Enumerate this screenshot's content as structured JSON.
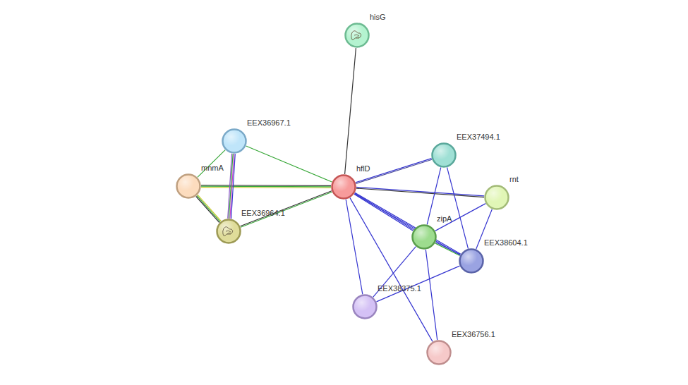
{
  "diagram": {
    "nodes": [
      {
        "text": [
          "hisG"
        ]
      },
      {
        "text": [
          "EEX36967.1"
        ]
      },
      {
        "text": [
          "EEX37494.1"
        ]
      },
      {
        "text": [
          "mnmA"
        ]
      },
      {
        "text": [
          "hflD"
        ]
      },
      {
        "text": [
          "rnt"
        ]
      },
      {
        "text": [
          "zipA"
        ]
      },
      {
        "text": [
          "EEX36964.1"
        ]
      },
      {
        "text": [
          "EEX38604.1"
        ]
      },
      {
        "text": [
          "EEX38375.1"
        ]
      },
      {
        "text": [
          "EEX36756.1"
        ]
      }
    ],
    "edges": [
      {
        "from": 4,
        "to": 0,
        "arrow": "none"
      },
      {
        "from": 4,
        "to": 1,
        "arrow": "none"
      },
      {
        "from": 4,
        "to": 3,
        "arrow": "none"
      },
      {
        "from": 4,
        "to": 7,
        "arrow": "none"
      },
      {
        "from": 1,
        "to": 3,
        "arrow": "none"
      },
      {
        "from": 1,
        "to": 7,
        "arrow": "none"
      },
      {
        "from": 3,
        "to": 7,
        "arrow": "none"
      },
      {
        "from": 4,
        "to": 2,
        "arrow": "none"
      },
      {
        "from": 4,
        "to": 5,
        "arrow": "none"
      },
      {
        "from": 4,
        "to": 6,
        "arrow": "none"
      },
      {
        "from": 4,
        "to": 8,
        "arrow": "none"
      },
      {
        "from": 4,
        "to": 9,
        "arrow": "none"
      },
      {
        "from": 4,
        "to": 10,
        "arrow": "none"
      },
      {
        "from": 2,
        "to": 6,
        "arrow": "none"
      },
      {
        "from": 2,
        "to": 8,
        "arrow": "none"
      },
      {
        "from": 5,
        "to": 6,
        "arrow": "none"
      },
      {
        "from": 5,
        "to": 8,
        "arrow": "none"
      },
      {
        "from": 6,
        "to": 8,
        "arrow": "none"
      },
      {
        "from": 6,
        "to": 9,
        "arrow": "none"
      },
      {
        "from": 6,
        "to": 10,
        "arrow": "none"
      },
      {
        "from": 8,
        "to": 9,
        "arrow": "none"
      }
    ]
  }
}
